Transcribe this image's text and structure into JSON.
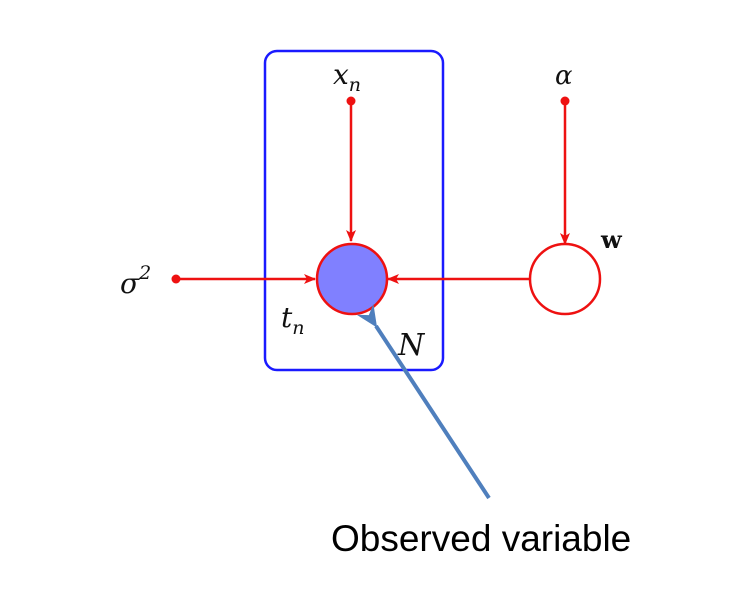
{
  "diagram": {
    "nodes": {
      "x_n": {
        "label": "x",
        "subscript": "n"
      },
      "alpha": {
        "label": "α"
      },
      "sigma2": {
        "label": "σ",
        "superscript": "2"
      },
      "t_n": {
        "label": "t",
        "subscript": "n",
        "observed": true
      },
      "w": {
        "label": "w",
        "observed": false
      }
    },
    "plate": {
      "label": "N",
      "color": "#1a1aff"
    },
    "edges": [
      {
        "from": "x_n",
        "to": "t_n"
      },
      {
        "from": "alpha",
        "to": "w"
      },
      {
        "from": "sigma2",
        "to": "t_n"
      },
      {
        "from": "w",
        "to": "t_n"
      }
    ],
    "colors": {
      "edge": "#ee1111",
      "observed_fill": "#8080ff",
      "node_stroke": "#ee1111",
      "annotation_arrow": "#4f7fbd"
    }
  },
  "annotation": {
    "text": "Observed variable"
  }
}
